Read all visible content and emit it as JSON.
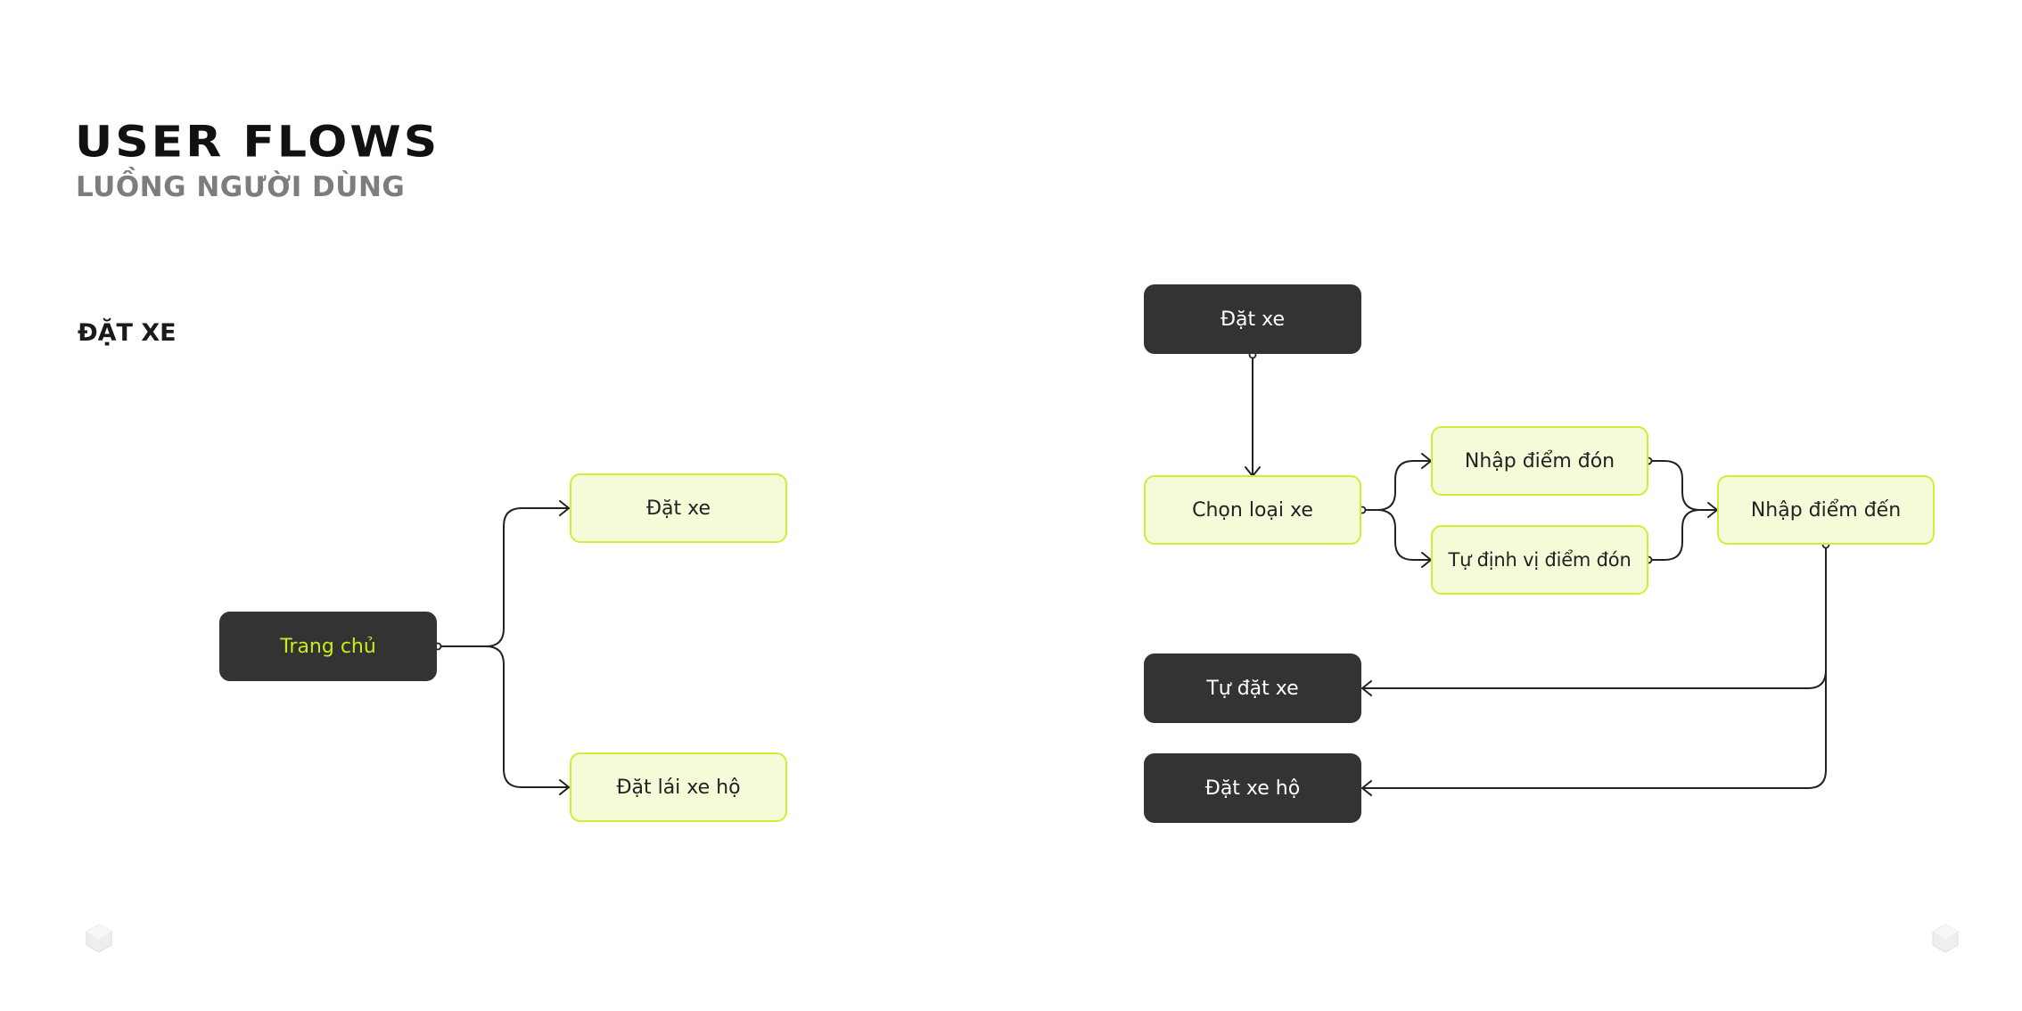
{
  "header": {
    "title": "USER FLOWS",
    "subtitle": "LUỒNG NGƯỜI DÙNG"
  },
  "section": {
    "label": "ĐẶT XE"
  },
  "diagram_left": {
    "nodes": {
      "trang_chu": "Trang chủ",
      "dat_xe": "Đặt xe",
      "dat_lai_xe_ho": "Đặt lái xe hộ"
    }
  },
  "diagram_right": {
    "nodes": {
      "dat_xe": "Đặt xe",
      "chon_loai_xe": "Chọn loại xe",
      "nhap_diem_don": "Nhập điểm đón",
      "tu_dinh_vi_diem_don": "Tự định vị điểm đón",
      "nhap_diem_den": "Nhập điểm đến",
      "tu_dat_xe": "Tự đặt xe",
      "dat_xe_ho": "Đặt xe hộ"
    }
  },
  "colors": {
    "dark_node": "#333333",
    "light_node_fill": "#f5fbd9",
    "light_node_border": "#cbf036",
    "accent_text": "#c7ec1b",
    "edge": "#222222"
  }
}
